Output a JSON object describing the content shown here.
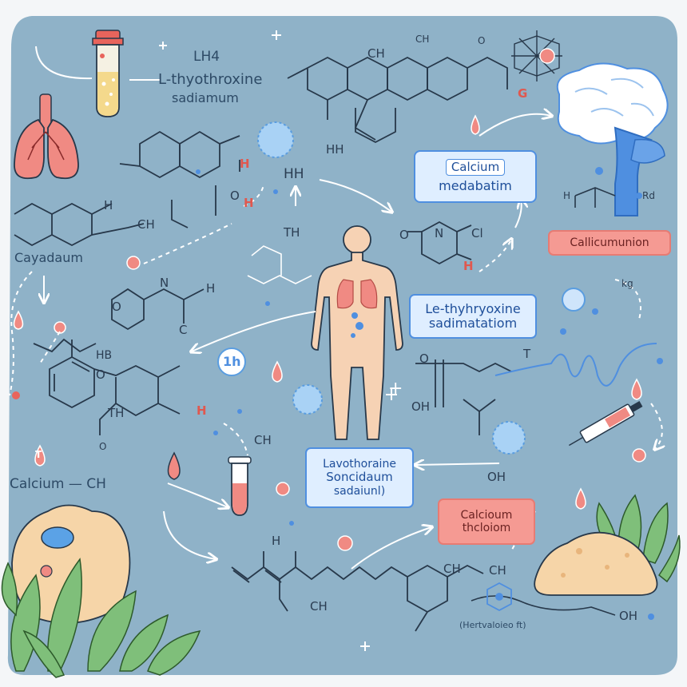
{
  "colors": {
    "background": "#8fb2c8",
    "blue_box": "#4f8fe0",
    "pink_box": "#f59a93",
    "line": "#27384a"
  },
  "labels": {
    "top_title_line1": "LH4",
    "top_title_line2": "L-thyothroxine",
    "top_title_line3": "sadiamum",
    "calcium_box_line1": "Calcium",
    "calcium_box_line2": "medabatim",
    "calicum_box": "Callicumunion",
    "cayadaum": "Cayadaum",
    "center_box_line1": "Le-thyhryoxine",
    "center_box_line2": "sadimatatiom",
    "bottom_box_line1": "Lavothoraine",
    "bottom_box_line2": "Soncidaum",
    "bottom_box_line3": "sadaiunl)",
    "calcioum_box_line1": "Calcioum",
    "calcioum_box_line2": "thcloiom",
    "calcium_ch": "Calcium — CH",
    "ph_bubble": "1h",
    "bottom_caption": "(Hertvaloieo ft)"
  },
  "chem_text": {
    "ch_top": "CH",
    "ch_top_right": "CH",
    "g_red": "G",
    "o_top": "O",
    "hh_small": "HH",
    "h_red_1": "H",
    "o_left": "O",
    "h_red_2": "H",
    "hh_center": "HH",
    "th_left": "TH",
    "ch_left": "CH",
    "h_left": "H",
    "o_ring": "O",
    "n_ring": "N",
    "cl_ring": "Cl",
    "h_red_ring": "H",
    "h_brain": "H",
    "rd_brain": "Rd",
    "n_mid": "N",
    "h_mid": "H",
    "c_mid": "C",
    "o_mid": "O",
    "hb_left": "HB",
    "o_bottom_left": "O",
    "th_bottom": "TH",
    "h_red_bottom": "H",
    "o_small": "O",
    "o_wave": "O",
    "t_wave": "T",
    "oh_wave": "OH",
    "ch3_flask": "CH",
    "oh_right": "OH",
    "h_bottom": "H",
    "ch_bottom_right": "CH",
    "ch3_bottom": "CH",
    "ch_bottom": "CH",
    "oh_far_right": "OH",
    "t_drop": "T",
    "kg": "kg",
    "plus": "+"
  }
}
